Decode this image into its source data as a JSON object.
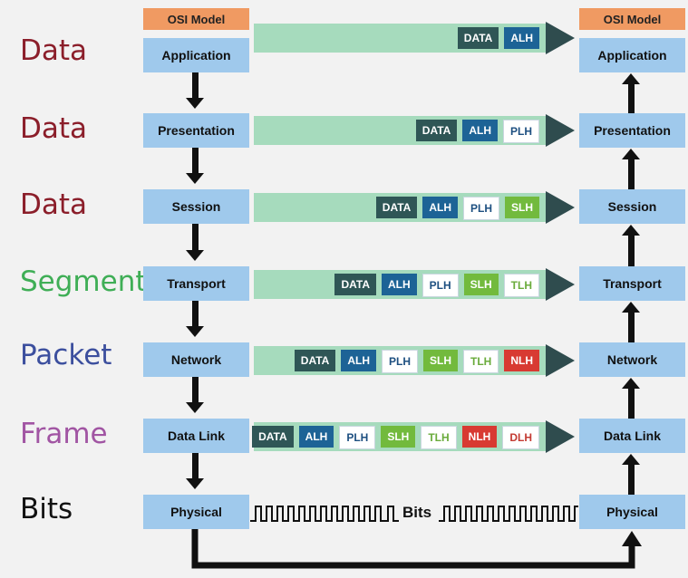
{
  "osi_model": {
    "header_label": "OSI Model",
    "layers": [
      "Application",
      "Presentation",
      "Session",
      "Transport",
      "Network",
      "Data Link",
      "Physical"
    ]
  },
  "pdu_labels": [
    {
      "text": "Data",
      "color": "#8b1e2a"
    },
    {
      "text": "Data",
      "color": "#8b1e2a"
    },
    {
      "text": "Data",
      "color": "#8b1e2a"
    },
    {
      "text": "Segment",
      "color": "#3fae56"
    },
    {
      "text": "Packet",
      "color": "#3c4f9e"
    },
    {
      "text": "Frame",
      "color": "#a155a3"
    },
    {
      "text": "Bits",
      "color": "#111111"
    }
  ],
  "encapsulation_rows": [
    [
      "DATA",
      "ALH"
    ],
    [
      "DATA",
      "ALH",
      "PLH"
    ],
    [
      "DATA",
      "ALH",
      "PLH",
      "SLH"
    ],
    [
      "DATA",
      "ALH",
      "PLH",
      "SLH",
      "TLH"
    ],
    [
      "DATA",
      "ALH",
      "PLH",
      "SLH",
      "TLH",
      "NLH"
    ],
    [
      "DATA",
      "ALH",
      "PLH",
      "SLH",
      "TLH",
      "NLH",
      "DLH"
    ]
  ],
  "bits_label": "Bits",
  "colors": {
    "layer_box": "#9fc9ec",
    "osi_header": "#f09a62",
    "bar": "#a6dbbd",
    "arrow_head": "#2f4c4e"
  }
}
